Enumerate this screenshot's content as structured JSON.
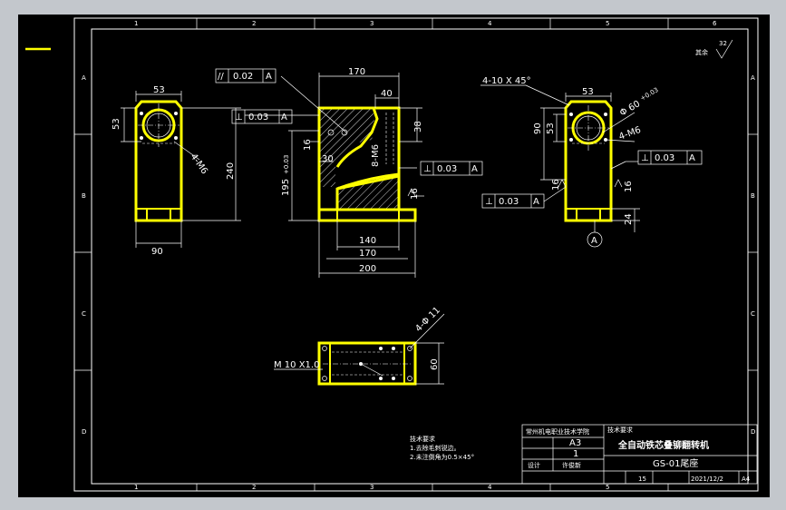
{
  "frame": {
    "zone_numbers": [
      "1",
      "2",
      "3",
      "4",
      "5",
      "6"
    ],
    "zone_letters": [
      "A",
      "B",
      "C",
      "D"
    ]
  },
  "roughness": {
    "label": "其余",
    "value": "32"
  },
  "left_view": {
    "width_dim": "53",
    "side_dim": "53",
    "height_dim": "240",
    "bottom_dim": "90",
    "thread": "4-M6"
  },
  "front_view": {
    "parallel_frame": {
      "symbol": "//",
      "value": "0.02",
      "datum": "A"
    },
    "perp_frame_1": {
      "symbol": "⊥",
      "value": "0.03",
      "datum": "A"
    },
    "perp_frame_2": {
      "symbol": "⊥",
      "value": "0.03",
      "datum": "A"
    },
    "dims": {
      "top": "170",
      "slot": "40",
      "d30": "30",
      "d16": "16",
      "d38": "38",
      "thread": "8-M6",
      "h195": "195",
      "tol": "+0.03",
      "d140": "140",
      "d170": "170",
      "d200": "200",
      "r16": "16"
    }
  },
  "right_view": {
    "chamfer": "4-10 X 45°",
    "width_dim": "53",
    "bore": "Φ 60",
    "bore_tol": "+0.03",
    "thread": "4-M6",
    "d90": "90",
    "d53": "53",
    "d24": "24",
    "perp_frame_1": {
      "symbol": "⊥",
      "value": "0.03",
      "datum": "A"
    },
    "perp_frame_2": {
      "symbol": "⊥",
      "value": "0.03",
      "datum": "A"
    },
    "r16a": "16",
    "r16b": "16",
    "datum": "A"
  },
  "bottom_view": {
    "holes": "4-Φ 11",
    "thread": "M 10 X1.0",
    "depth": "60"
  },
  "notes": {
    "title": "技术要求",
    "lines": [
      "1.去除毛刺锐边。",
      "2.未注倒角为0.5×45°"
    ]
  },
  "title_block": {
    "school": "常州机电职业技术学院",
    "scale": "A3",
    "count": "1",
    "designer_label": "设计",
    "designer": "许俊新",
    "tag": "技术要求",
    "product": "全自动铁芯叠铆翻转机",
    "part": "GS-01尾座",
    "date": "2021/12/2",
    "sheet_size": "A4",
    "sheet_no": "15"
  }
}
